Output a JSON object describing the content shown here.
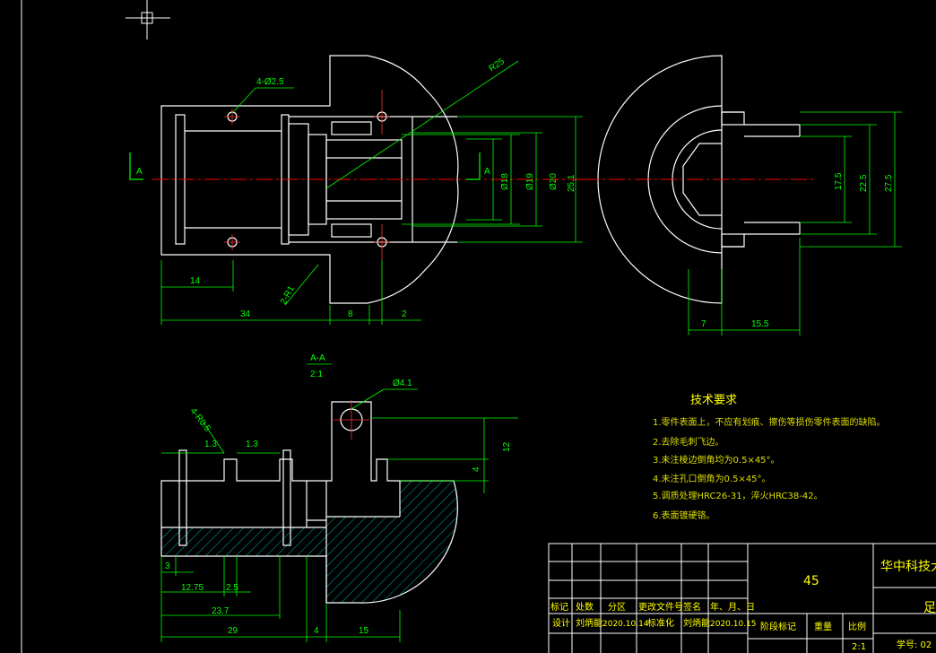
{
  "dimensions": {
    "hole_4x": "4-Ø2.5",
    "r25": "R25",
    "r1": "2-R1",
    "d18": "Ø18",
    "d19": "Ø19",
    "d20": "Ø20",
    "d25_1": "25.1",
    "l14": "14",
    "l34": "34",
    "l8": "8",
    "l2": "2",
    "d17_5": "17.5",
    "d22_5": "22.5",
    "d27_5": "27.5",
    "l7": "7",
    "l15_5": "15.5",
    "r0_5": "4-R0.5",
    "d4_1": "Ø4.1",
    "l1_3a": "1.3",
    "l1_3b": "1.3",
    "h12": "12",
    "h4": "4",
    "l3": "3",
    "l12_75": "12.75",
    "l2_5": "2.5",
    "l23_7": "23.7",
    "l29": "29",
    "l4": "4",
    "l15": "15",
    "section_mark": "A",
    "section_title": "A-A",
    "section_scale": "2:1"
  },
  "tech_requirements": {
    "title": "技术要求",
    "items": [
      "1.零件表面上，不应有划痕、擦伤等损伤零件表面的缺陷。",
      "2.去除毛刺飞边。",
      "3.未注棱边倒角均为0.5×45°。",
      "4.未注孔口倒角为0.5×45°。",
      "5.调质处理HRC26-31，淬火HRC38-42。",
      "6.表面镀硬铬。"
    ]
  },
  "title_block": {
    "material": "45",
    "school": "华中科技大学",
    "headers": [
      "标记",
      "处数",
      "分区",
      "更改文件号",
      "签名",
      "年、月、日"
    ],
    "design_label": "设计",
    "designer": "刘炳能",
    "design_date": "2020.10.14",
    "standard_label": "标准化",
    "standardizer": "刘炳能",
    "standard_date": "2020.10.15",
    "stage_label": "阶段标记",
    "weight_label": "重量",
    "scale_label": "比例",
    "scale_value": "2:1",
    "part_name": "足",
    "student_no": "学号: 02"
  },
  "colors": {
    "outline": "#ffffff",
    "dimension": "#00ff00",
    "centerline": "#ff0000",
    "hatch": "#00d8d8",
    "text": "#ffff00"
  }
}
